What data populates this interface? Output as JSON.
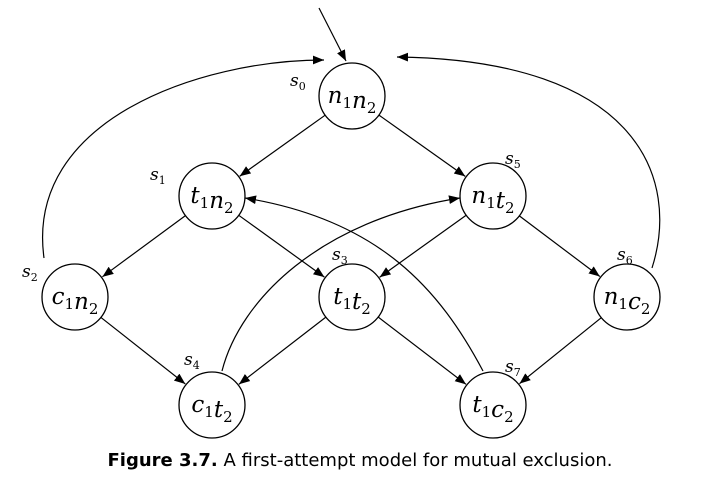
{
  "diagram": {
    "initial_state": "s0",
    "states": [
      {
        "id": "s0",
        "id_letter": "s",
        "id_index": "0",
        "label": [
          {
            "letter": "n",
            "index": "1"
          },
          {
            "letter": "n",
            "index": "2"
          }
        ]
      },
      {
        "id": "s1",
        "id_letter": "s",
        "id_index": "1",
        "label": [
          {
            "letter": "t",
            "index": "1"
          },
          {
            "letter": "n",
            "index": "2"
          }
        ]
      },
      {
        "id": "s2",
        "id_letter": "s",
        "id_index": "2",
        "label": [
          {
            "letter": "c",
            "index": "1"
          },
          {
            "letter": "n",
            "index": "2"
          }
        ]
      },
      {
        "id": "s3",
        "id_letter": "s",
        "id_index": "3",
        "label": [
          {
            "letter": "t",
            "index": "1"
          },
          {
            "letter": "t",
            "index": "2"
          }
        ]
      },
      {
        "id": "s4",
        "id_letter": "s",
        "id_index": "4",
        "label": [
          {
            "letter": "c",
            "index": "1"
          },
          {
            "letter": "t",
            "index": "2"
          }
        ]
      },
      {
        "id": "s5",
        "id_letter": "s",
        "id_index": "5",
        "label": [
          {
            "letter": "n",
            "index": "1"
          },
          {
            "letter": "t",
            "index": "2"
          }
        ]
      },
      {
        "id": "s6",
        "id_letter": "s",
        "id_index": "6",
        "label": [
          {
            "letter": "n",
            "index": "1"
          },
          {
            "letter": "c",
            "index": "2"
          }
        ]
      },
      {
        "id": "s7",
        "id_letter": "s",
        "id_index": "7",
        "label": [
          {
            "letter": "t",
            "index": "1"
          },
          {
            "letter": "c",
            "index": "2"
          }
        ]
      }
    ],
    "transitions": [
      {
        "from": "s0",
        "to": "s1"
      },
      {
        "from": "s0",
        "to": "s5"
      },
      {
        "from": "s1",
        "to": "s2"
      },
      {
        "from": "s1",
        "to": "s3"
      },
      {
        "from": "s5",
        "to": "s3"
      },
      {
        "from": "s5",
        "to": "s6"
      },
      {
        "from": "s2",
        "to": "s4"
      },
      {
        "from": "s3",
        "to": "s4"
      },
      {
        "from": "s3",
        "to": "s7"
      },
      {
        "from": "s6",
        "to": "s7"
      },
      {
        "from": "s2",
        "to": "s0"
      },
      {
        "from": "s6",
        "to": "s0"
      },
      {
        "from": "s4",
        "to": "s5"
      },
      {
        "from": "s7",
        "to": "s1"
      }
    ]
  },
  "caption": {
    "figure_label": "Figure 3.7.",
    "text": "A first-attempt model for mutual exclusion."
  }
}
